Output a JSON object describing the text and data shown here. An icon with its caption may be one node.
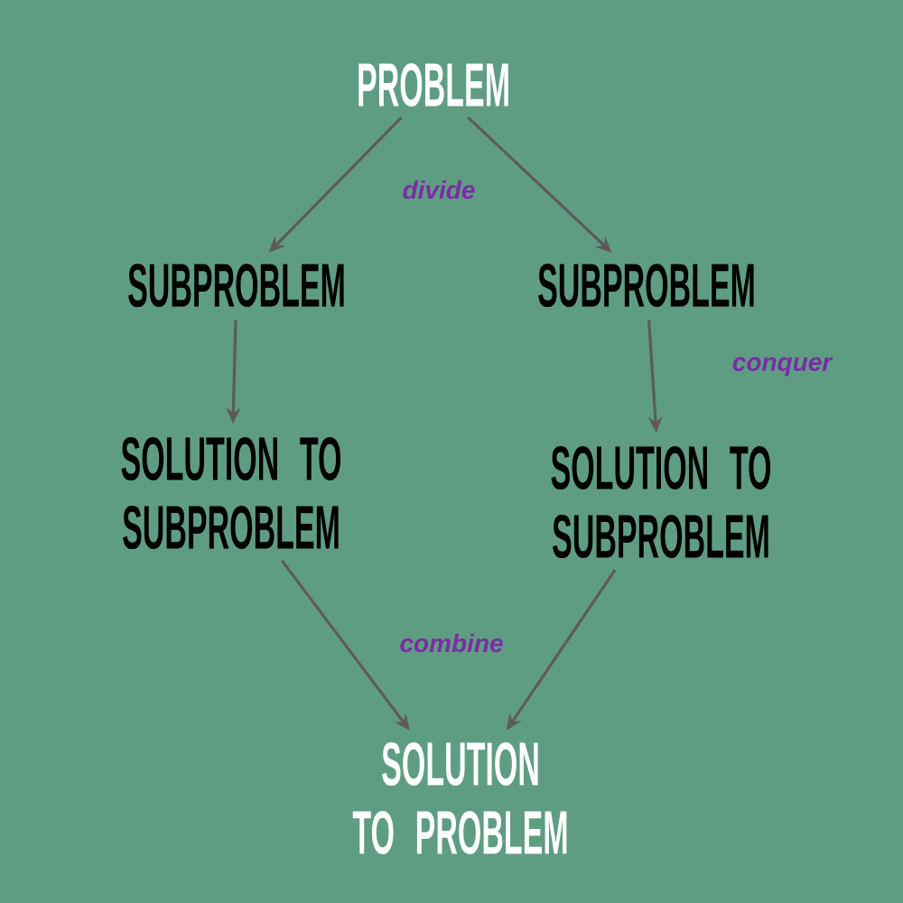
{
  "diagram": {
    "nodes": [
      {
        "text": [
          "PROBLEM"
        ]
      },
      {
        "text": [
          "SUBPROBLEM"
        ]
      },
      {
        "text": [
          "SUBPROBLEM"
        ]
      },
      {
        "text": [
          "SOLUTION TO SUBPROBLEM"
        ]
      },
      {
        "text": [
          "SOLUTION TO SUBPROBLEM"
        ]
      },
      {
        "text": [
          "SOLUTION TO PROBLEM"
        ]
      }
    ],
    "edges": [
      {
        "from": 0,
        "to": 1,
        "arrow": "to"
      },
      {
        "from": 0,
        "to": 2,
        "arrow": "to"
      },
      {
        "from": 1,
        "to": 3,
        "arrow": "to"
      },
      {
        "from": 2,
        "to": 4,
        "arrow": "to"
      },
      {
        "from": 3,
        "to": 5,
        "arrow": "to"
      },
      {
        "from": 4,
        "to": 5,
        "arrow": "to"
      }
    ],
    "labels": [
      "divide",
      "conquer",
      "combine"
    ]
  }
}
